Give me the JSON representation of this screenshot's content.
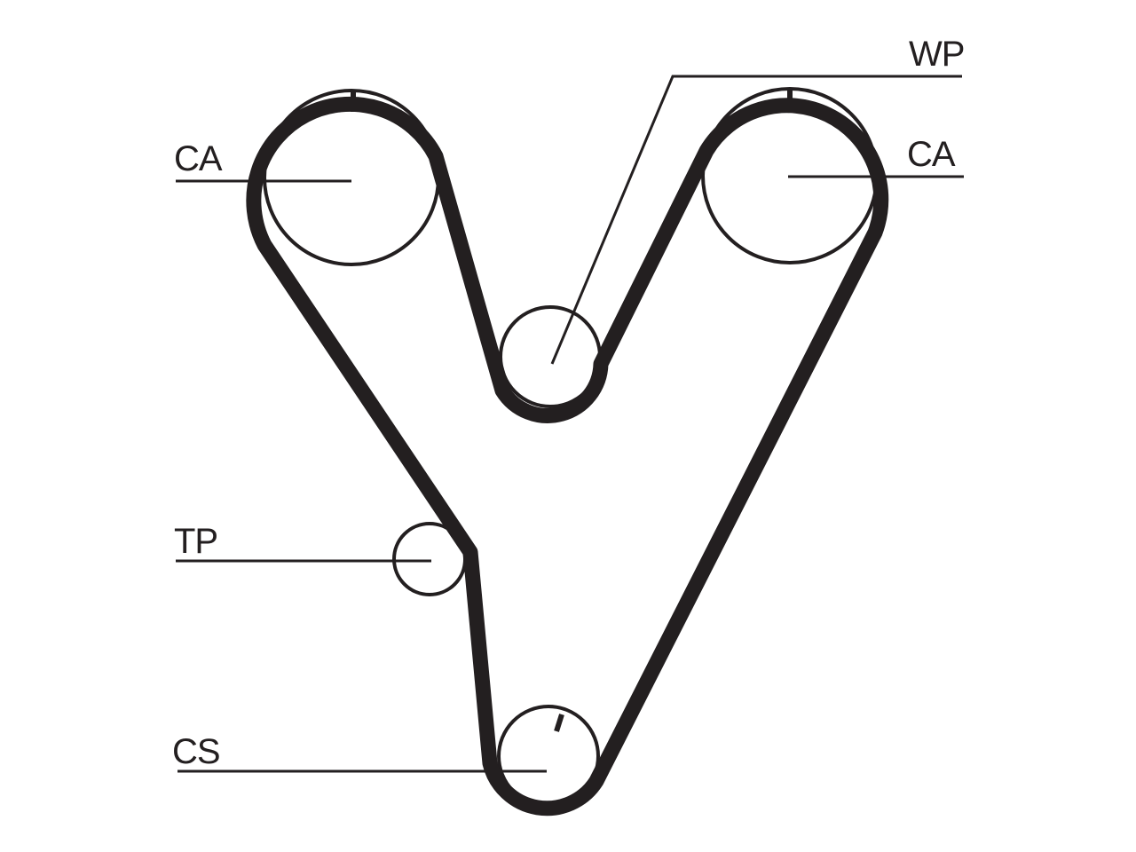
{
  "diagram": {
    "labels": {
      "cam_left": "CA",
      "cam_right": "CA",
      "water_pump": "WP",
      "tensioner": "TP",
      "crankshaft": "CS"
    },
    "colors": {
      "ink": "#231f20",
      "background": "#ffffff"
    }
  }
}
